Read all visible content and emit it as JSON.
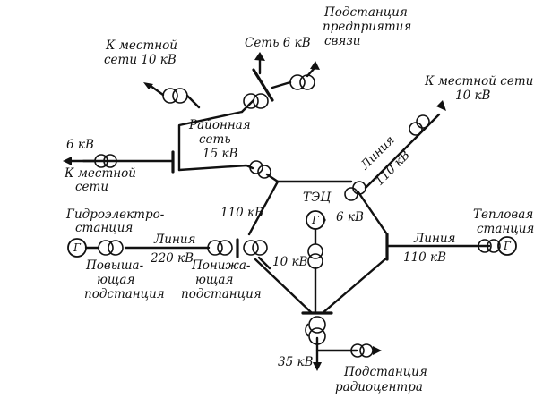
{
  "labels": {
    "substation_comm_1": "Подстанция",
    "substation_comm_2": "предприятия",
    "substation_comm_3": "связи",
    "local_net_top_1": "К местной",
    "local_net_top_2": "сети 10 кВ",
    "grid_6kv": "Сеть 6 кВ",
    "district_1": "Районная",
    "district_2": "сеть",
    "district_3": "15 кВ",
    "kv6_left": "6 кВ",
    "local_left_1": "К местной",
    "local_left_2": "сети",
    "local_right_1": "К местной сети",
    "local_right_2": "10 кВ",
    "line_right_1": "Линия",
    "line_right_2": "110 кВ",
    "tec": "ТЭЦ",
    "tec_6kv": "6 кВ",
    "kv110_left": "110 кВ",
    "hydro_1": "Гидроэлектро-",
    "hydro_2": "станция",
    "step_up_1": "Повыша-",
    "step_up_2": "ющая",
    "step_up_3": "подстанция",
    "line220_1": "Линия",
    "line220_2": "220 кВ",
    "step_down_1": "Понижа-",
    "step_down_2": "ющая",
    "step_down_3": "подстанция",
    "kv10_center": "10 кВ",
    "thermal_1": "Тепловая",
    "thermal_2": "станция",
    "line110_right_1": "Линия",
    "line110_right_2": "110 кВ",
    "kv35": "35 кВ",
    "radio_1": "Подстанция",
    "radio_2": "радиоцентра"
  },
  "generator_symbol": "Г"
}
